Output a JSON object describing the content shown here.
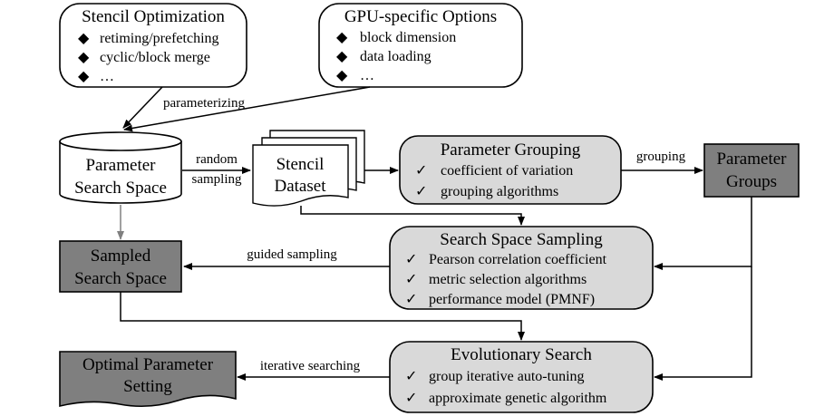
{
  "stencil_optimization": {
    "title": "Stencil Optimization",
    "items": [
      "retiming/prefetching",
      "cyclic/block merge",
      "…"
    ]
  },
  "gpu_options": {
    "title": "GPU-specific Options",
    "items": [
      "block dimension",
      "data loading",
      "…"
    ]
  },
  "parameter_search_space": {
    "line1": "Parameter",
    "line2": "Search Space"
  },
  "stencil_dataset": {
    "line1": "Stencil",
    "line2": "Dataset"
  },
  "parameter_grouping": {
    "title": "Parameter Grouping",
    "items": [
      "coefficient of variation",
      "grouping algorithms"
    ]
  },
  "parameter_groups": {
    "line1": "Parameter",
    "line2": "Groups"
  },
  "sampled_search_space": {
    "line1": "Sampled",
    "line2": "Search Space"
  },
  "search_space_sampling": {
    "title": "Search Space Sampling",
    "items": [
      "Pearson correlation coefficient",
      "metric selection algorithms",
      "performance model (PMNF)"
    ]
  },
  "optimal_parameter_setting": {
    "line1": "Optimal Parameter",
    "line2": "Setting"
  },
  "evolutionary_search": {
    "title": "Evolutionary Search",
    "items": [
      "group iterative auto-tuning",
      "approximate genetic algorithm"
    ]
  },
  "edge_labels": {
    "parameterizing": "parameterizing",
    "random": "random",
    "sampling": "sampling",
    "grouping": "grouping",
    "guided_sampling": "guided sampling",
    "iterative_searching": "iterative searching"
  },
  "bullet_symbols": {
    "diamond": "◆",
    "check": "✓"
  },
  "colors": {
    "stroke": "#000000",
    "light_box": "#d9d9d9",
    "dark_box": "#7f7f7f",
    "connector": "#808080"
  }
}
